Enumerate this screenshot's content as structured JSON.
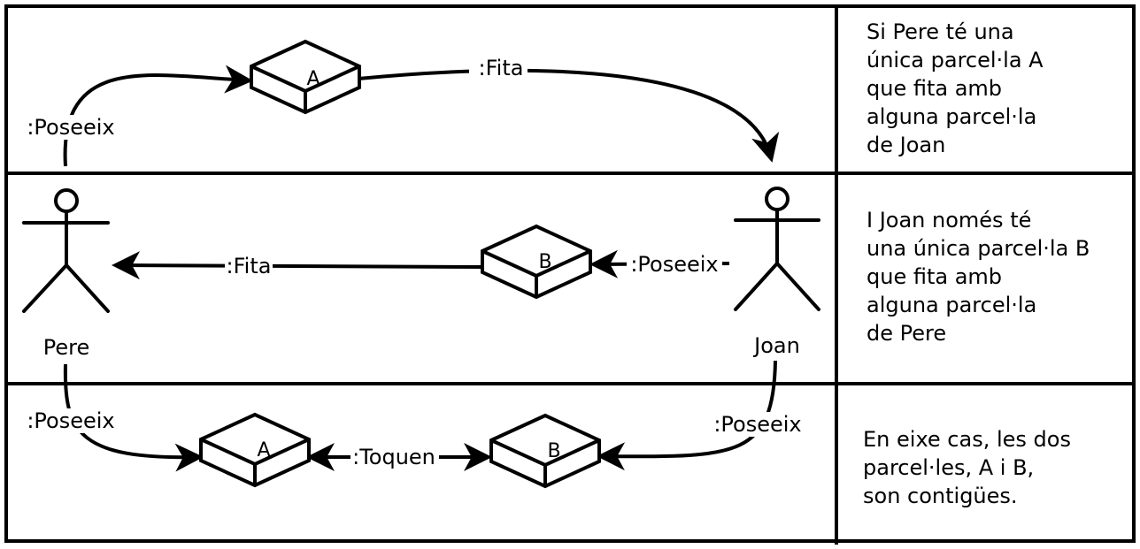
{
  "actors": {
    "pere": "Pere",
    "joan": "Joan"
  },
  "row1": {
    "posseeix": ":Poseeix",
    "parcel": "A",
    "fita": ":Fita",
    "description": [
      "Si Pere té una",
      "única parcel·la A",
      "que fita amb",
      "alguna parcel·la",
      "de Joan"
    ]
  },
  "row2": {
    "posseeix": ":Poseeix",
    "parcel": "B",
    "fita": ":Fita",
    "description": [
      "I Joan només té",
      "una única parcel·la B",
      "que fita amb",
      "alguna parcel·la",
      "de Pere"
    ]
  },
  "row3": {
    "posseeix_left": ":Poseeix",
    "posseeix_right": ":Poseeix",
    "parcel_left": "A",
    "parcel_right": "B",
    "toquen": ":Toquen",
    "description": [
      "En eixe cas, les dos",
      "parcel·les, A i B,",
      "son contigües."
    ]
  }
}
